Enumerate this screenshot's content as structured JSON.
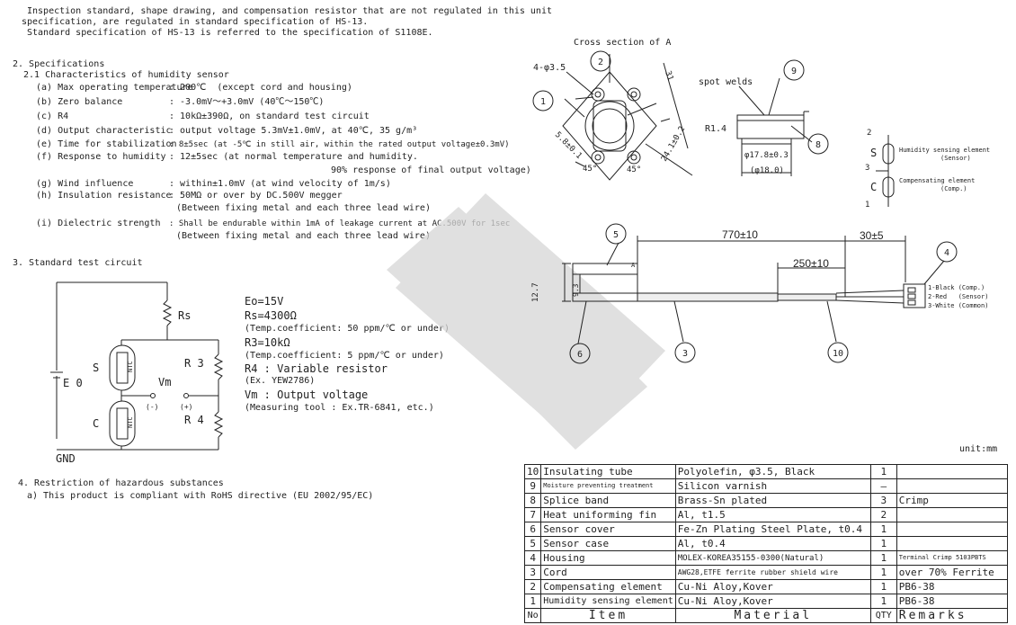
{
  "intro": {
    "line1": "Inspection standard, shape drawing, and compensation resistor that are not regulated in this unit",
    "line2": "specification, are regulated in standard specification of HS-13.",
    "line3": "Standard specification of HS-13 is referred to the specification of S1108E."
  },
  "specs": {
    "title": "2. Specifications",
    "subtitle": "2.1 Characteristics of humidity sensor",
    "rows": [
      {
        "label": "(a) Max operating temperature",
        "value": ": 200℃  (except cord and housing)"
      },
      {
        "label": "(b) Zero balance",
        "value": ": -3.0mV～+3.0mV (40℃～150℃)"
      },
      {
        "label": "(c) R4",
        "value": ": 10kΩ±390Ω, on standard test circuit"
      },
      {
        "label": "(d) Output characteristic",
        "value": ": output voltage 5.3mV±1.0mV, at 40℃, 35 g/m³"
      },
      {
        "label": "(e) Time for stabilization",
        "value": ": 8±5sec (at -5℃ in still air, within the rated output voltage±0.3mV)"
      },
      {
        "label": "(f) Response to humidity",
        "value": ": 12±5sec (at normal temperature and humidity."
      },
      {
        "label": "",
        "value": "90% response of final output voltage)"
      },
      {
        "label": "(g) Wind influence",
        "value": ": within±1.0mV (at wind velocity of 1m/s)"
      },
      {
        "label": "(h) Insulation resistance",
        "value": ": 50MΩ or over by DC.500V megger"
      },
      {
        "label": "",
        "value": "(Between fixing metal and each three lead wire)"
      },
      {
        "label": "(i) Dielectric strength",
        "value": ": Shall be endurable within 1mA of leakage current at AC.500V for 1sec"
      },
      {
        "label": "",
        "value": "(Between fixing metal and each three lead wire)"
      }
    ]
  },
  "circuit": {
    "title": "3. Standard test circuit",
    "rs": "Rs",
    "r3": "R 3",
    "r4": "R 4",
    "s": "S",
    "c": "C",
    "vm": "Vm",
    "minus": "(-)",
    "plus": "(+)",
    "e0": "E 0",
    "gnd": "GND",
    "ntc": "NTC",
    "notes": [
      "Eo=15V",
      "Rs=4300Ω",
      "(Temp.coefficient: 50 ppm/℃ or under)",
      "R3=10kΩ",
      "(Temp.coefficient: 5 ppm/℃ or under)",
      "R4 : Variable resistor",
      "(Ex. YEW2786)",
      "Vm : Output voltage",
      "(Measuring tool : Ex.TR-6841, etc.)"
    ]
  },
  "restriction": {
    "title": "4. Restriction of hazardous substances",
    "line": "a) This product is compliant with RoHS directive (EU 2002/95/EC)"
  },
  "drawing": {
    "cross_section": "Cross section of A",
    "hole": "4-φ3.5",
    "dim_31": "31",
    "dim_58": "5.8±0.1",
    "dim_241": "24.1±0.2",
    "angle_45a": "45°",
    "angle_45b": "45°",
    "spot_welds": "spot welds",
    "r14": "R1.4",
    "d178": "φ17.8±0.3",
    "d180": "(φ18.0)",
    "len_770": "770±10",
    "len_30": "30±5",
    "len_250": "250±10",
    "h127": "12.7",
    "h93": "9.3",
    "a_mark": "A",
    "callouts": [
      "1",
      "2",
      "3",
      "4",
      "5",
      "6",
      "8",
      "9",
      "10"
    ],
    "wires": [
      "1-Black (Comp.)",
      "2-Red   (Sensor)",
      "3-White (Common)"
    ],
    "unit": "unit:mm",
    "legend": {
      "n2": "2",
      "n3": "3",
      "n1": "1",
      "s": "S",
      "c": "C",
      "sensor1": "Humidity sensing element",
      "sensor2": "(Sensor)",
      "comp1": "Compensating element",
      "comp2": "(Comp.)"
    }
  },
  "bom": {
    "rows": [
      {
        "no": "10",
        "item": "Insulating tube",
        "material": "Polyolefin, φ3.5, Black",
        "qty": "1",
        "remarks": ""
      },
      {
        "no": "9",
        "item": "Moisture preventing treatment",
        "material": "Silicon varnish",
        "qty": "–",
        "remarks": ""
      },
      {
        "no": "8",
        "item": "Splice band",
        "material": "Brass-Sn plated",
        "qty": "3",
        "remarks": "Crimp"
      },
      {
        "no": "7",
        "item": "Heat uniforming fin",
        "material": "Al, t1.5",
        "qty": "2",
        "remarks": ""
      },
      {
        "no": "6",
        "item": "Sensor cover",
        "material": "Fe-Zn Plating Steel Plate, t0.4",
        "qty": "1",
        "remarks": ""
      },
      {
        "no": "5",
        "item": "Sensor case",
        "material": "Al, t0.4",
        "qty": "1",
        "remarks": ""
      },
      {
        "no": "4",
        "item": "Housing",
        "material": "MOLEX-KOREA35155-0300(Natural)",
        "qty": "1",
        "remarks": "Terminal Crimp 5103PBTS"
      },
      {
        "no": "3",
        "item": "Cord",
        "material": "AWG28,ETFE ferrite rubber shield wire",
        "qty": "1",
        "remarks": "over 70% Ferrite"
      },
      {
        "no": "2",
        "item": "Compensating element",
        "material": "Cu-Ni Aloy,Kover",
        "qty": "1",
        "remarks": "PB6-38"
      },
      {
        "no": "1",
        "item": "Humidity sensing element",
        "material": "Cu-Ni Aloy,Kover",
        "qty": "1",
        "remarks": "PB6-38"
      }
    ],
    "header": {
      "no": "No",
      "item": "Item",
      "material": "Material",
      "qty": "QTY",
      "remarks": "Remarks"
    }
  }
}
